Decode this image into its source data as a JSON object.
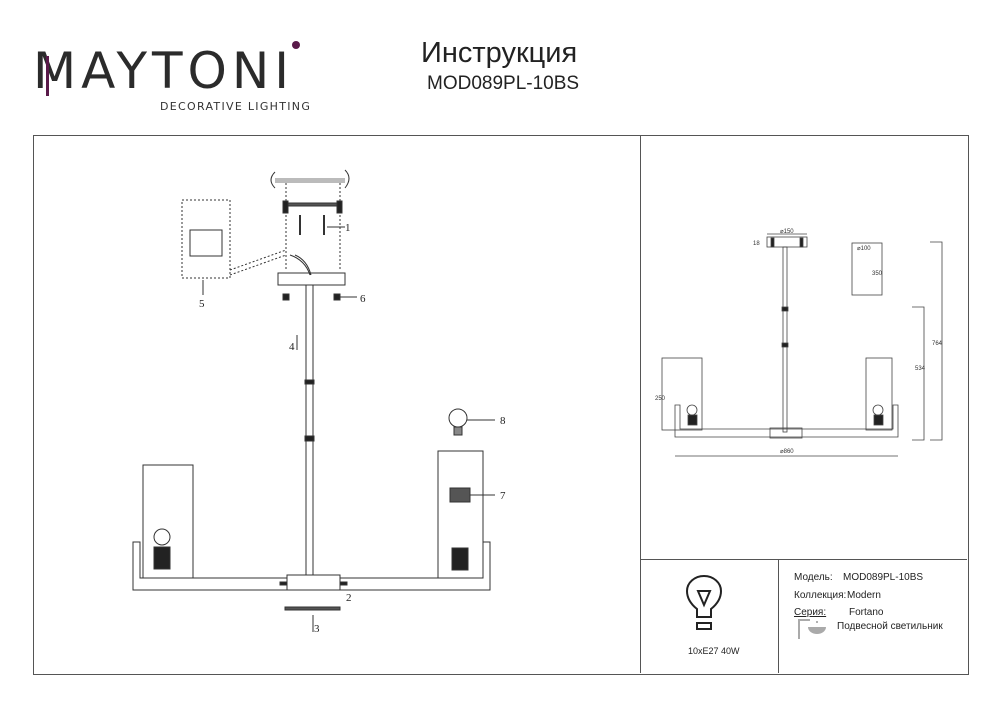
{
  "brand": {
    "name": "MAYTONI",
    "tagline": "DECORATIVE LIGHTING",
    "accent_color": "#5a1a4a"
  },
  "header": {
    "title": "Инструкция",
    "model": "MOD089PL-10BS"
  },
  "assembly": {
    "callouts": [
      "1",
      "2",
      "3",
      "4",
      "5",
      "6",
      "7",
      "8"
    ]
  },
  "dimensions": {
    "canopy": "⌀150",
    "canopy_height": "18",
    "shade_diameter": "⌀100",
    "shade_height": "350",
    "total_height": "764",
    "body_height": "534",
    "side_height": "250",
    "width": "⌀860"
  },
  "lamp": {
    "spec": "10xE27 40W"
  },
  "specs": {
    "model_label": "Модель:",
    "model_value": "MOD089PL-10BS",
    "collection_label": "Коллекция:",
    "collection_value": "Modern",
    "series_label": "Серия:",
    "series_value": "Fortano",
    "type_value": "Подвесной светильник"
  }
}
